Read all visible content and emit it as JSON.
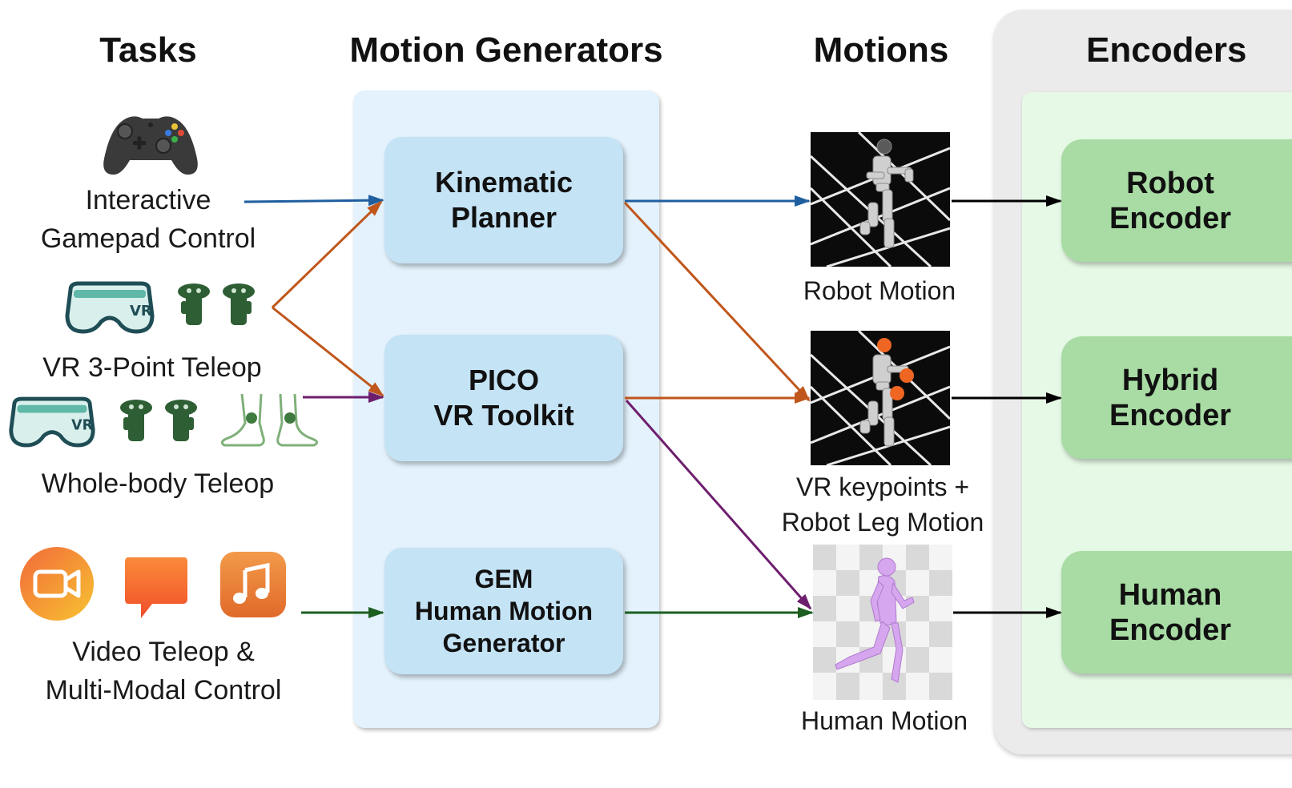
{
  "headings": {
    "tasks": "Tasks",
    "motion_generators": "Motion Generators",
    "motions": "Motions",
    "encoders": "Encoders"
  },
  "tasks": [
    {
      "lines": [
        "Interactive",
        "Gamepad Control"
      ]
    },
    {
      "lines": [
        "VR 3-Point Teleop"
      ]
    },
    {
      "lines": [
        "Whole-body Teleop"
      ]
    },
    {
      "lines": [
        "Video Teleop &",
        "Multi-Modal Control"
      ]
    }
  ],
  "generators": [
    {
      "lines": [
        "Kinematic",
        "Planner"
      ]
    },
    {
      "lines": [
        "PICO",
        "VR Toolkit"
      ]
    },
    {
      "lines": [
        "GEM",
        "Human Motion",
        "Generator"
      ]
    }
  ],
  "motions": [
    {
      "lines": [
        "Robot Motion"
      ]
    },
    {
      "lines": [
        "VR keypoints +",
        "Robot Leg Motion"
      ]
    },
    {
      "lines": [
        "Human Motion"
      ]
    }
  ],
  "encoders": [
    {
      "lines": [
        "Robot",
        "Encoder"
      ]
    },
    {
      "lines": [
        "Hybrid",
        "Encoder"
      ]
    },
    {
      "lines": [
        "Human",
        "Encoder"
      ]
    }
  ],
  "colors": {
    "blue_arrow": "#1f5fa0",
    "orange_arrow": "#c0561b",
    "purple_arrow": "#6e1e6e",
    "green_arrow": "#1b5e20",
    "black_arrow": "#000000",
    "generator_panel": "#e3f2fc",
    "generator_box": "#c4e3f5",
    "encoder_panel": "#ebebeb",
    "encoder_inner": "#e6f9e6",
    "encoder_box": "#a8dca4"
  },
  "icons": [
    "gamepad-icon",
    "vr-headset-icon",
    "vr-controllers-icon",
    "foot-trackers-icon",
    "video-camera-icon",
    "chat-bubble-icon",
    "music-note-icon"
  ]
}
